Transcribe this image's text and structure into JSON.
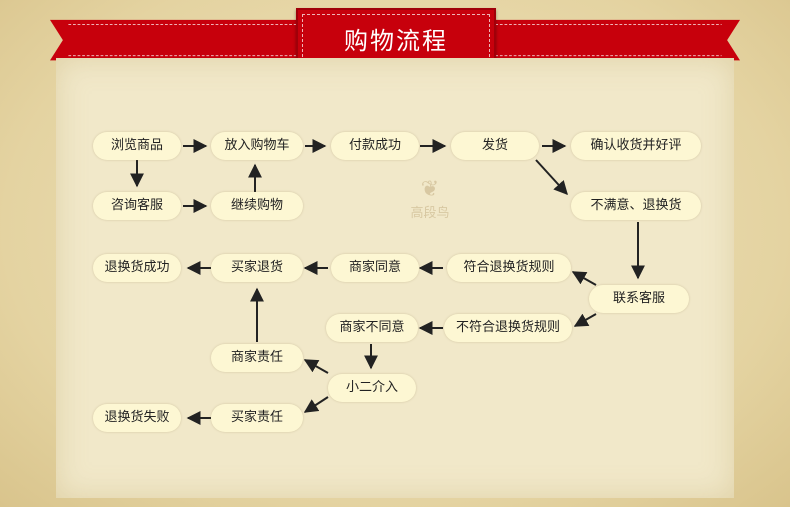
{
  "banner": {
    "title": "购物流程"
  },
  "nodes": {
    "browse": "浏览商品",
    "add_cart": "放入购物车",
    "pay_success": "付款成功",
    "ship": "发货",
    "confirm_review": "确认收货并好评",
    "consult_service": "咨询客服",
    "continue_shopping": "继续购物",
    "unsatisfied_return": "不满意、退换货",
    "contact_seller": "联系客服",
    "meets_rules": "符合退换货规则",
    "merchant_agree": "商家同意",
    "buyer_return": "买家退货",
    "return_success": "退换货成功",
    "not_meets_rules": "不符合退换货规则",
    "merchant_disagree": "商家不同意",
    "merchant_liable": "商家责任",
    "xiaoer_intervene": "小二介入",
    "buyer_liable": "买家责任",
    "return_fail": "退换货失败"
  },
  "watermark": {
    "text": "高段鸟"
  }
}
